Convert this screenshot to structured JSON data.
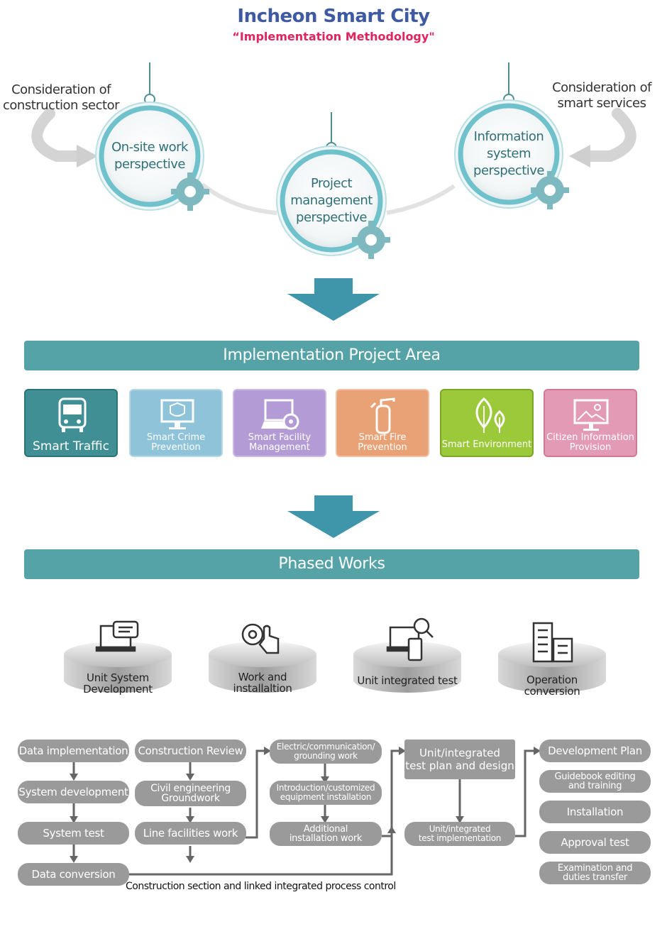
{
  "header": {
    "title": "Incheon Smart City",
    "subtitle": "“Implementation Methodology\""
  },
  "perspectives": {
    "left_note_1": "Consideration of",
    "left_note_2": "construction sector",
    "right_note_1": "Consideration of",
    "right_note_2": "smart services",
    "onsite_1": "On-site work",
    "onsite_2": "perspective",
    "project_1": "Project",
    "project_2": "management",
    "project_3": "perspective",
    "info_1": "Information",
    "info_2": "system",
    "info_3": "perspective"
  },
  "project_area": {
    "title": "Implementation Project Area",
    "tiles": [
      {
        "label_1": "Smart Traffic",
        "label_2": "",
        "color": "#3f8f95"
      },
      {
        "label_1": "Smart Crime",
        "label_2": "Prevention",
        "color": "#8fc3d9"
      },
      {
        "label_1": "Smart Facility",
        "label_2": "Management",
        "color": "#b39bd6"
      },
      {
        "label_1": "Smart Fire",
        "label_2": "Prevention",
        "color": "#e8a275"
      },
      {
        "label_1": "Smart Environment",
        "label_2": "",
        "color": "#9cc93a"
      },
      {
        "label_1": "Citizen Information",
        "label_2": "Provision",
        "color": "#e39ab4"
      }
    ]
  },
  "phased": {
    "title": "Phased Works",
    "stages": [
      {
        "label_1": "Unit System",
        "label_2": "Development"
      },
      {
        "label_1": "Work and",
        "label_2": "installaltion"
      },
      {
        "label_1": "Unit integrated test",
        "label_2": ""
      },
      {
        "label_1": "Operation conversion",
        "label_2": ""
      }
    ]
  },
  "flow": {
    "col1": [
      "Data implementation",
      "System development",
      "System test",
      "Data conversion"
    ],
    "col2": [
      "Construction Review",
      "Civil engineering",
      "Groundwork",
      "Line facilities work"
    ],
    "col3": [
      "Electric/communication/",
      "grounding work",
      "Introduction/customized",
      "equipment installation",
      "Additional",
      "installation work"
    ],
    "col4": [
      "Unit/integrated",
      "test plan and design",
      "Unit/integrated",
      "test implementation"
    ],
    "col5": [
      "Development Plan",
      "Guidebook editing",
      "and training",
      "Installation",
      "Approval test",
      "Examination and",
      "duties transfer"
    ],
    "note": "Construction section and linked integrated process control"
  },
  "colors": {
    "title": "#3d5aa3",
    "subtitle": "#e0245e",
    "teal_bar": "#55a3a7",
    "arrow": "#3f96aa",
    "pill": "#9a9a9a"
  }
}
